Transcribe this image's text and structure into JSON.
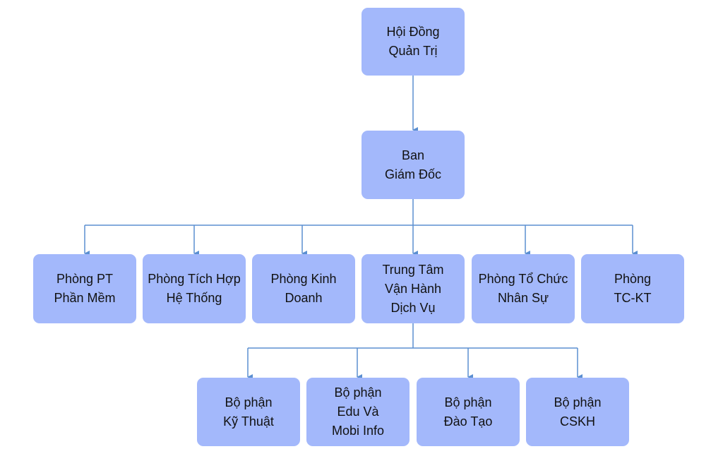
{
  "org_chart": {
    "board": {
      "lines": [
        "Hội Đồng",
        "Quản Trị"
      ]
    },
    "directors": {
      "lines": [
        "Ban",
        "Giám Đốc"
      ]
    },
    "departments": [
      {
        "lines": [
          "Phòng PT",
          "Phần Mềm"
        ]
      },
      {
        "lines": [
          "Phòng Tích Hợp",
          "Hệ Thống"
        ]
      },
      {
        "lines": [
          "Phòng Kinh",
          "Doanh"
        ]
      },
      {
        "lines": [
          "Trung Tâm",
          "Vận Hành",
          "Dịch Vụ"
        ]
      },
      {
        "lines": [
          "Phòng Tổ Chức",
          "Nhân Sự"
        ]
      },
      {
        "lines": [
          "Phòng",
          "TC-KT"
        ]
      }
    ],
    "units": [
      {
        "lines": [
          "Bộ phận",
          "Kỹ Thuật"
        ]
      },
      {
        "lines": [
          "Bộ phận",
          "Edu Và",
          "Mobi Info"
        ]
      },
      {
        "lines": [
          "Bộ phận",
          "Đào Tạo"
        ]
      },
      {
        "lines": [
          "Bộ phận",
          "CSKH"
        ]
      }
    ]
  },
  "colors": {
    "node_fill": "#a3b8fb",
    "connector": "#5b8fd1"
  }
}
